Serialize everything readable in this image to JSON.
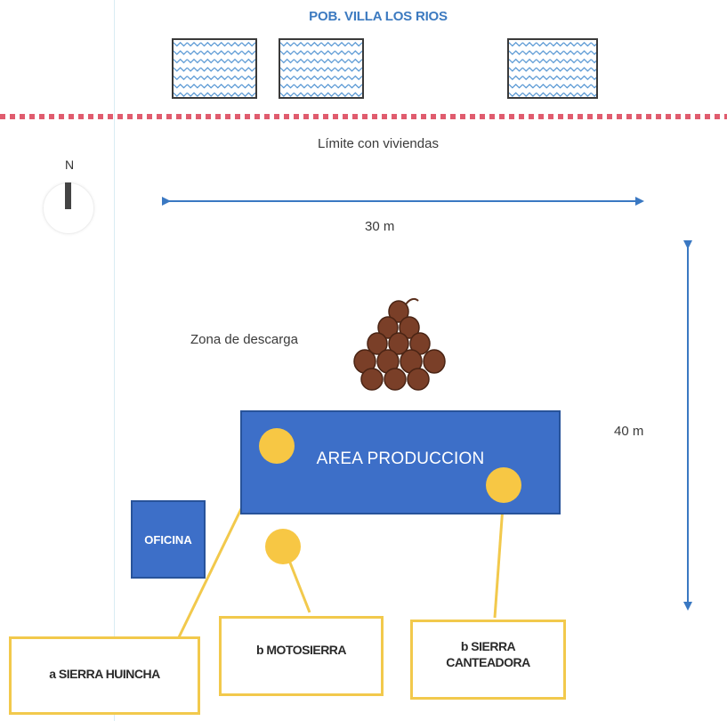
{
  "title": "POB. VILLA LOS RIOS",
  "boundary": {
    "label": "Límite con viviendas",
    "color": "#e05c6e"
  },
  "compass": {
    "north_label": "N"
  },
  "dimensions": {
    "width_label": "30 m",
    "height_label": "40 m",
    "arrow_color": "#3a78c2"
  },
  "unloading_zone": {
    "label": "Zona de descarga",
    "icon": "log-pile-icon"
  },
  "production_area": {
    "label": "AREA PRODUCCION",
    "color": "#3d6fc8"
  },
  "office": {
    "label": "OFICINA",
    "color": "#3d6fc8"
  },
  "equipment": [
    {
      "label": "a  SIERRA HUINCHA"
    },
    {
      "label": "b  MOTOSIERRA"
    },
    {
      "label_line1": "b SIERRA",
      "label_line2": "CANTEADORA"
    }
  ],
  "marker_color": "#f7c744",
  "house_icon": "house-block-icon"
}
